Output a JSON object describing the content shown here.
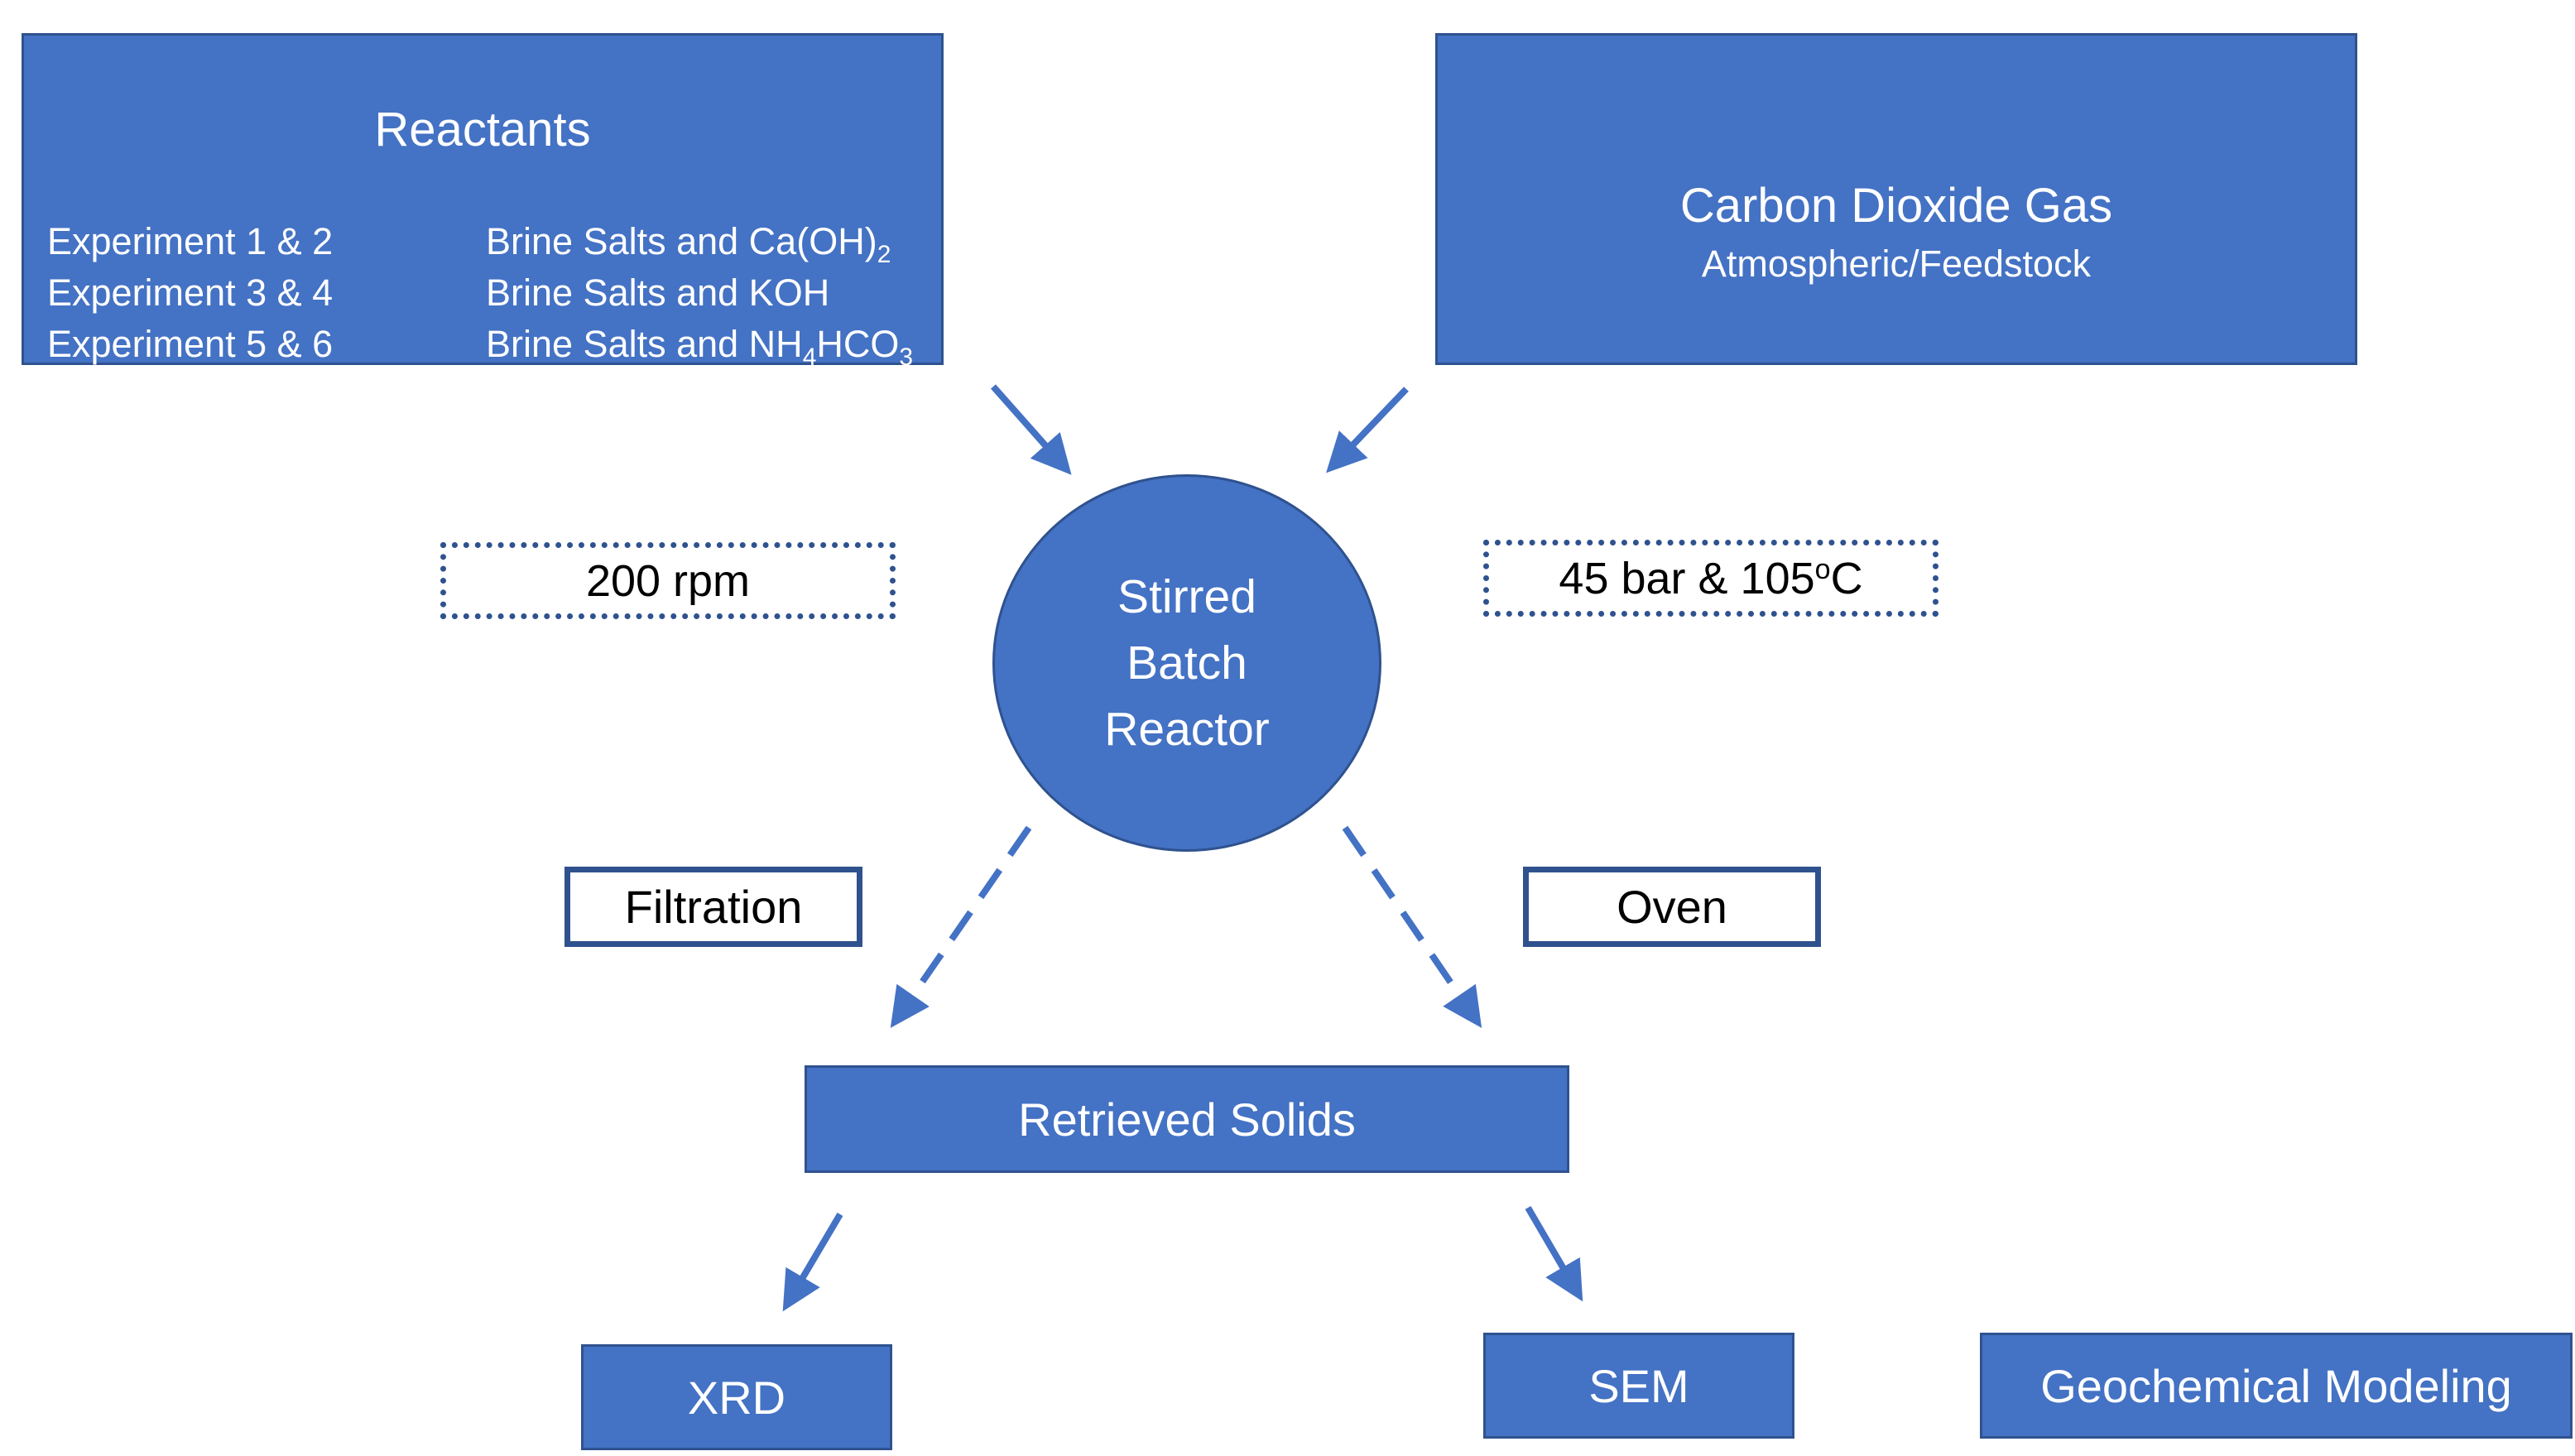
{
  "reactants": {
    "title": "Reactants",
    "rows": [
      {
        "experiment": "Experiment 1 & 2",
        "base": "Brine Salts and Ca(OH)",
        "sub1": "2",
        "mid": "",
        "sub2": ""
      },
      {
        "experiment": "Experiment 3 & 4",
        "base": "Brine Salts and KOH",
        "sub1": "",
        "mid": "",
        "sub2": ""
      },
      {
        "experiment": "Experiment 5 & 6",
        "base": "Brine Salts and NH",
        "sub1": "4",
        "mid": "HCO",
        "sub2": "3"
      }
    ]
  },
  "co2": {
    "title": "Carbon Dioxide Gas",
    "subtitle": "Atmospheric/Feedstock"
  },
  "reactor": {
    "line1": "Stirred",
    "line2": "Batch",
    "line3": "Reactor"
  },
  "conditions": {
    "stirring": "200 rpm",
    "pressure_temp_main": "45 bar & 105",
    "pressure_temp_sup": "o",
    "pressure_temp_unit": "C"
  },
  "steps": {
    "filtration": "Filtration",
    "oven": "Oven"
  },
  "solids": "Retrieved Solids",
  "analyses": {
    "xrd": "XRD",
    "sem": "SEM",
    "modeling": "Geochemical Modeling"
  },
  "colors": {
    "fill": "#4472C4",
    "border": "#2F528F",
    "text_on_fill": "#FFFFFF"
  }
}
